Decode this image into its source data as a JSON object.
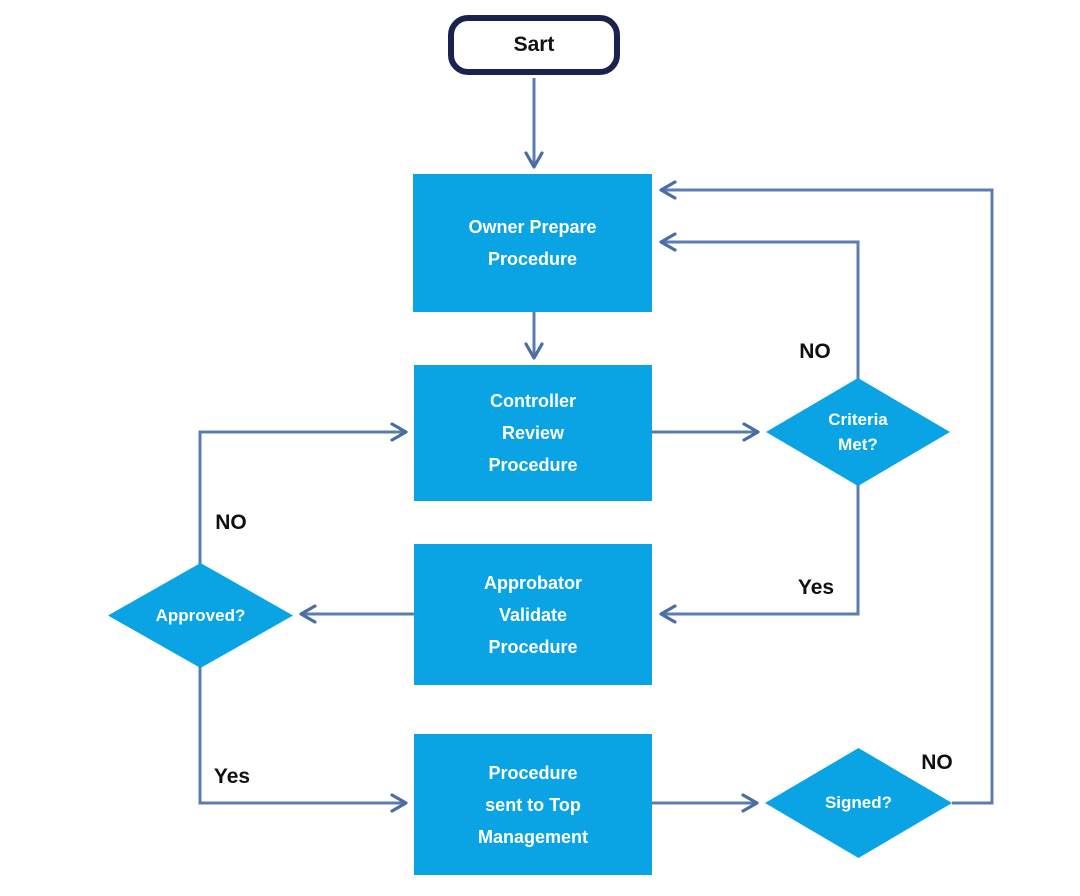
{
  "flowchart": {
    "nodes": {
      "start": {
        "label": "Sart",
        "type": "terminator"
      },
      "owner": {
        "type": "process",
        "lines": [
          "Owner Prepare",
          "Procedure"
        ]
      },
      "controller": {
        "type": "process",
        "lines": [
          "Controller",
          "Review",
          "Procedure"
        ]
      },
      "criteria": {
        "type": "decision",
        "lines": [
          "Criteria",
          "Met?"
        ]
      },
      "approbator": {
        "type": "process",
        "lines": [
          "Approbator",
          "Validate",
          "Procedure"
        ]
      },
      "approved": {
        "type": "decision",
        "label": "Approved?"
      },
      "top_management": {
        "type": "process",
        "lines": [
          "Procedure",
          "sent to Top",
          "Management"
        ]
      },
      "signed": {
        "type": "decision",
        "label": "Signed?"
      }
    },
    "edge_labels": {
      "criteria_no": "NO",
      "criteria_yes": "Yes",
      "approved_no": "NO",
      "approved_yes": "Yes",
      "signed_no": "NO"
    },
    "colors": {
      "node_fill": "#0aa3e4",
      "node_text": "#ffffff",
      "connector_line": "#5b7cb0",
      "arrowhead": "#4a6da3",
      "start_border": "#1a2250",
      "edge_label_text": "#111111",
      "background": "#ffffff"
    }
  }
}
